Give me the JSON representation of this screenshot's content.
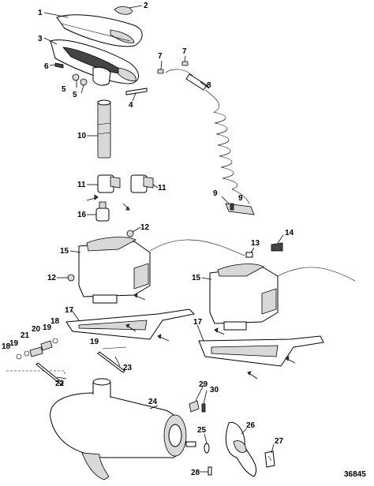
{
  "figure_number": "36845",
  "callouts": [
    "1",
    "2",
    "3",
    "4",
    "5",
    "5",
    "6",
    "7",
    "7",
    "8",
    "9",
    "9",
    "10",
    "11",
    "11",
    "12",
    "12",
    "13",
    "14",
    "15",
    "15",
    "16",
    "17",
    "17",
    "18",
    "18",
    "19",
    "19",
    "19",
    "20",
    "21",
    "22",
    "23",
    "24",
    "25",
    "26",
    "27",
    "28",
    "29",
    "30"
  ]
}
